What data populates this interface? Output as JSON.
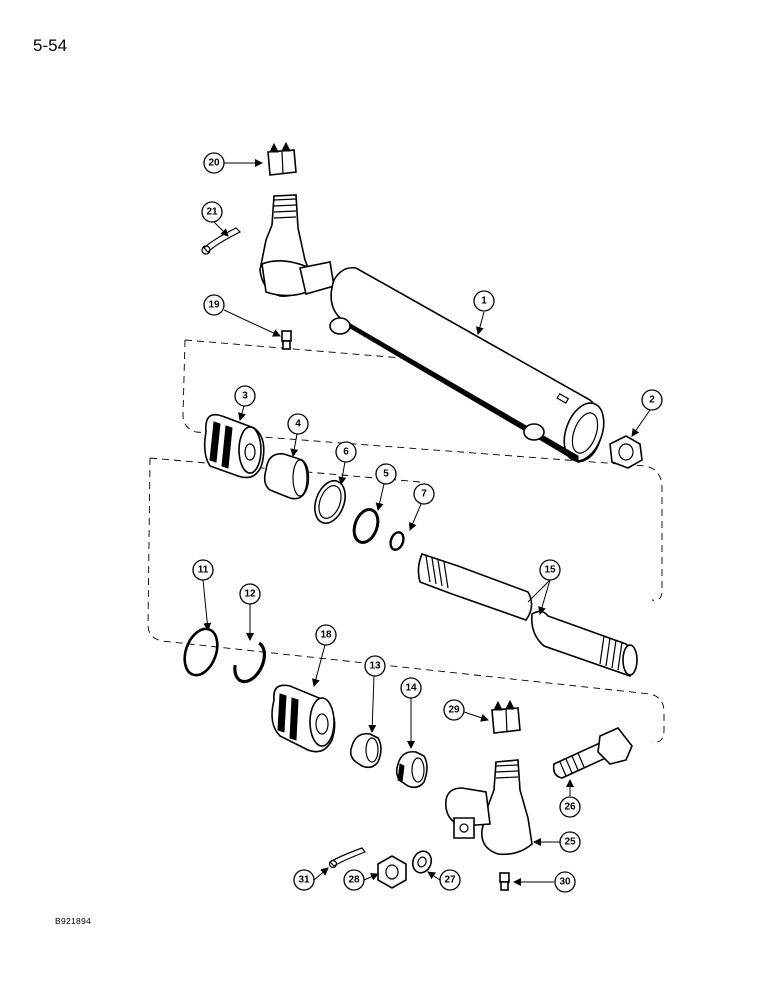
{
  "page_number": "5-54",
  "figure_code": "B921894",
  "callouts": [
    "1",
    "2",
    "3",
    "4",
    "5",
    "6",
    "7",
    "11",
    "12",
    "13",
    "14",
    "15",
    "18",
    "19",
    "20",
    "21",
    "25",
    "26",
    "27",
    "28",
    "29",
    "30",
    "31"
  ]
}
